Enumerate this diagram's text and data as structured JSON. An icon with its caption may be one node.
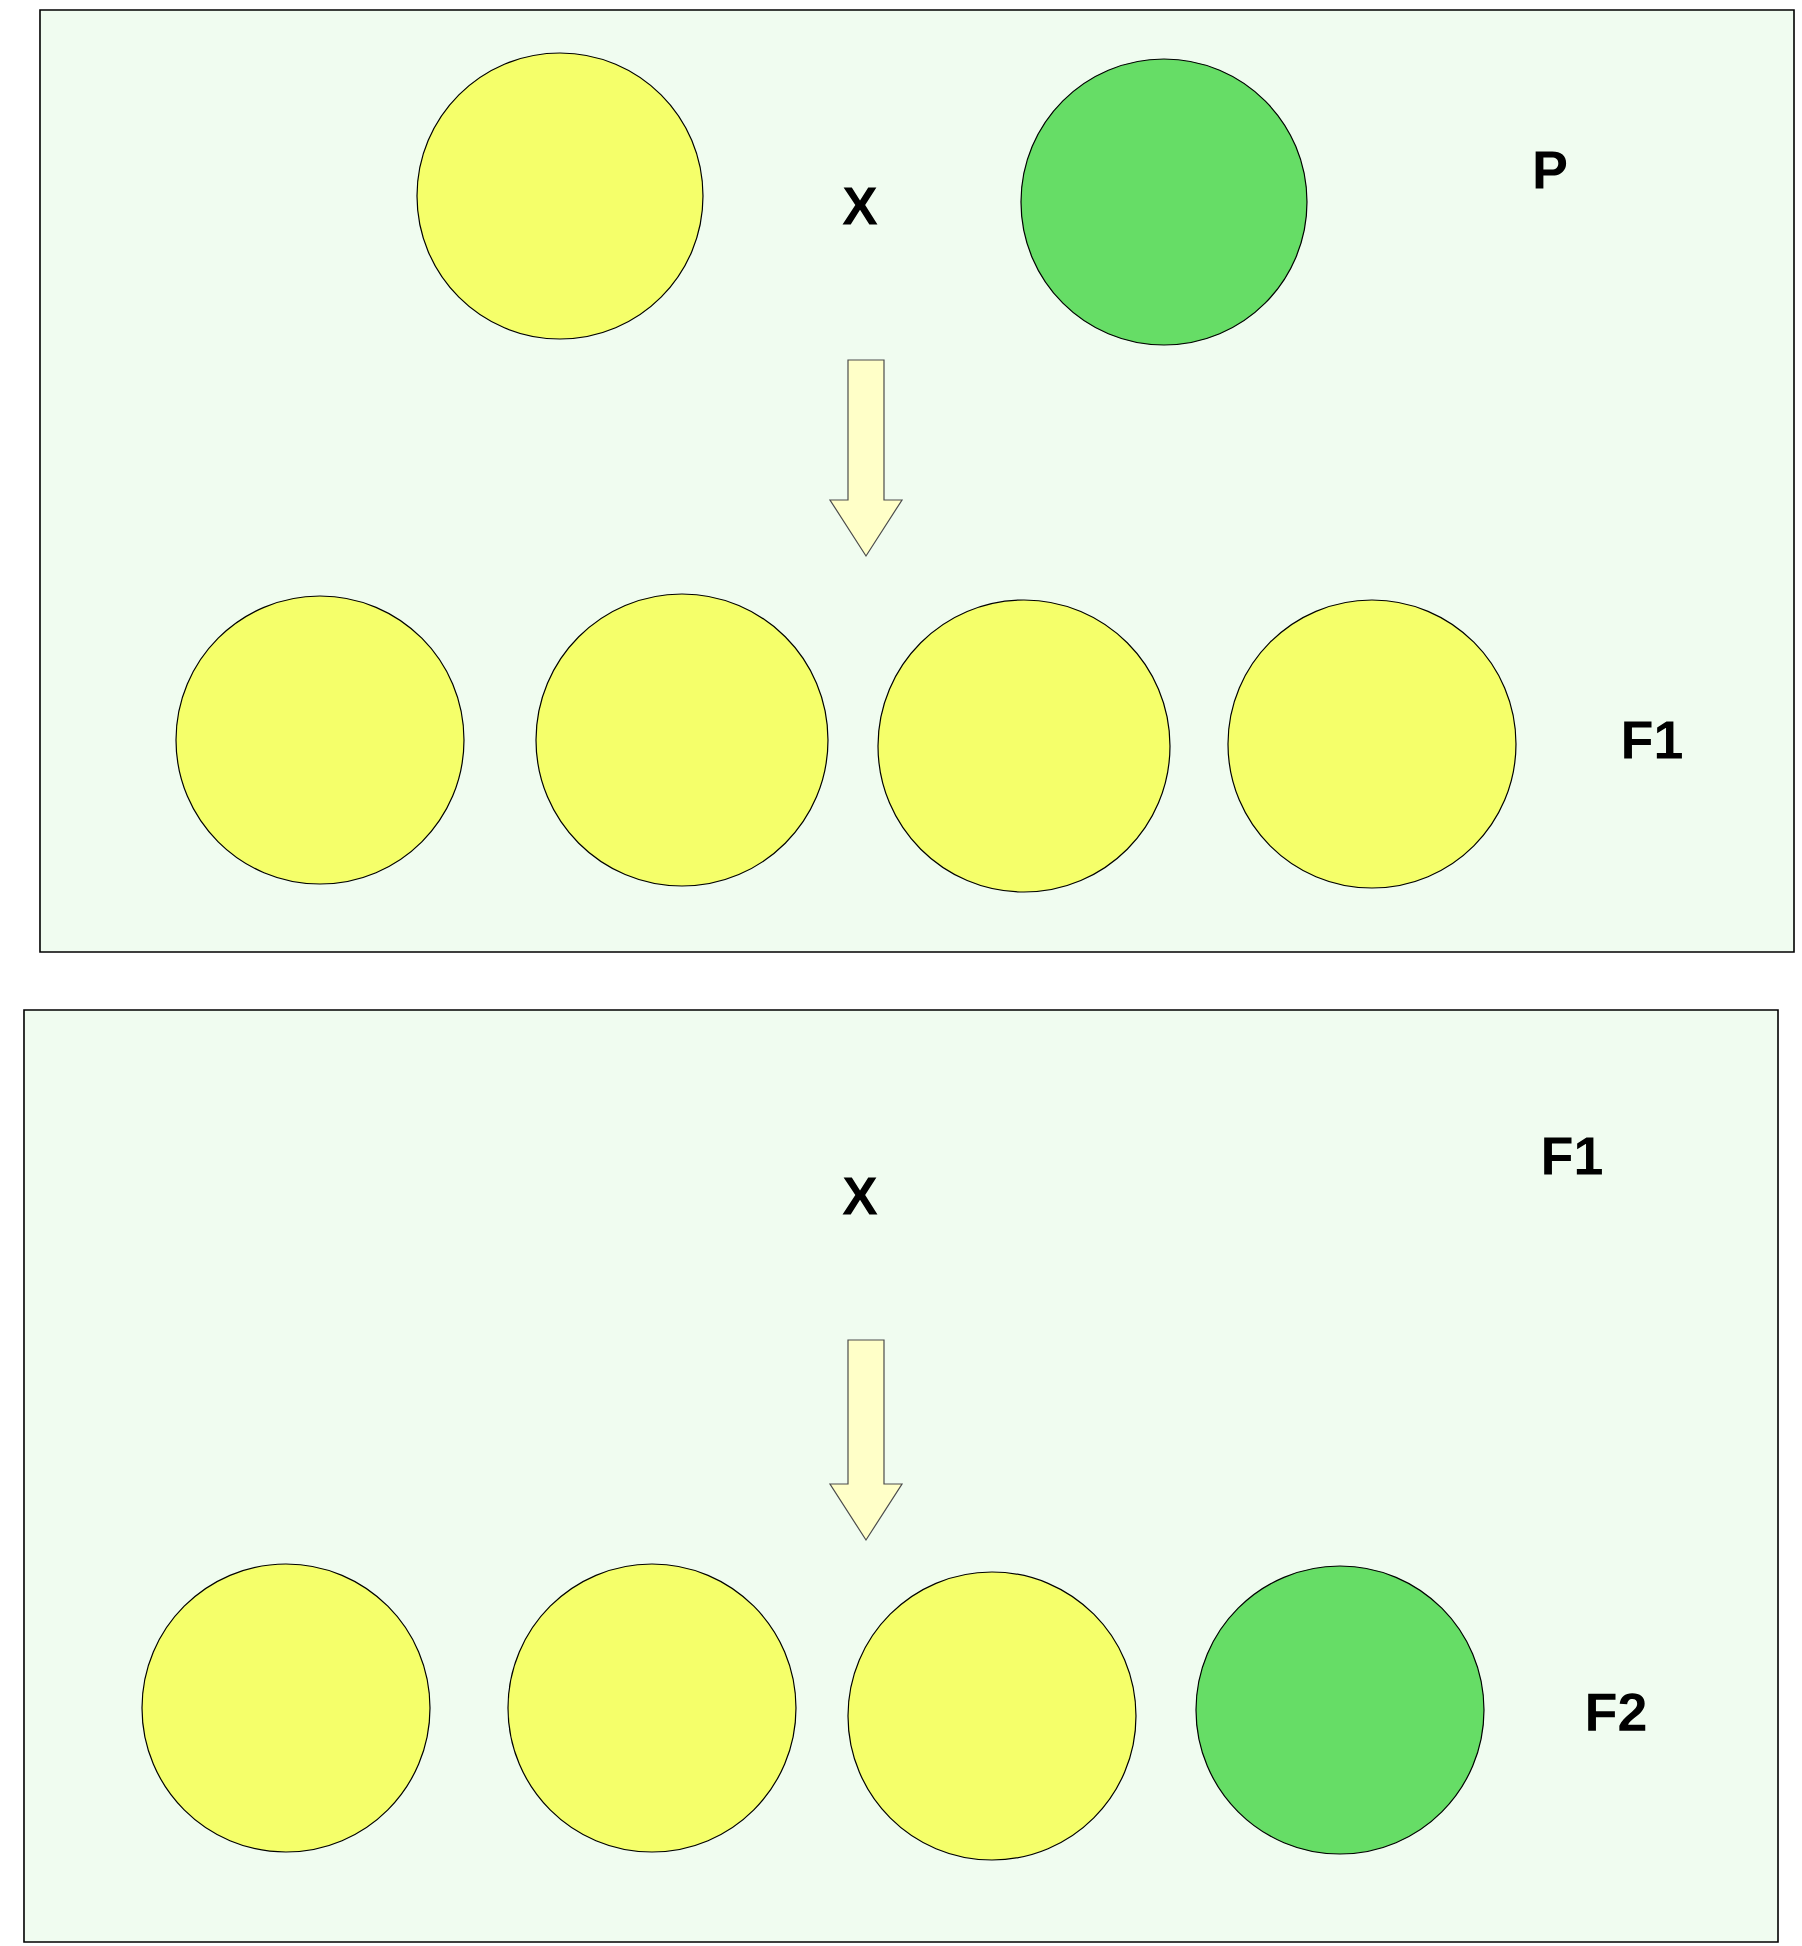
{
  "diagram": {
    "nodes": [
      {
        "text": [],
        "shape": "box"
      },
      {
        "text": [],
        "shape": "circle",
        "in": 0
      },
      {
        "text": [],
        "shape": "circle",
        "in": 0
      },
      {
        "text": [],
        "shape": "circle",
        "in": 0
      },
      {
        "text": [],
        "shape": "circle",
        "in": 0
      },
      {
        "text": [],
        "shape": "circle",
        "in": 0
      },
      {
        "text": [],
        "shape": "circle",
        "in": 0
      },
      {
        "text": [],
        "shape": "box"
      },
      {
        "text": [],
        "shape": "circle",
        "in": 7
      },
      {
        "text": [],
        "shape": "circle",
        "in": 7
      },
      {
        "text": [],
        "shape": "circle",
        "in": 7
      },
      {
        "text": [],
        "shape": "circle",
        "in": 7
      }
    ],
    "labels": [
      "X",
      "P",
      "F1",
      "F1",
      "X",
      "F2"
    ]
  }
}
